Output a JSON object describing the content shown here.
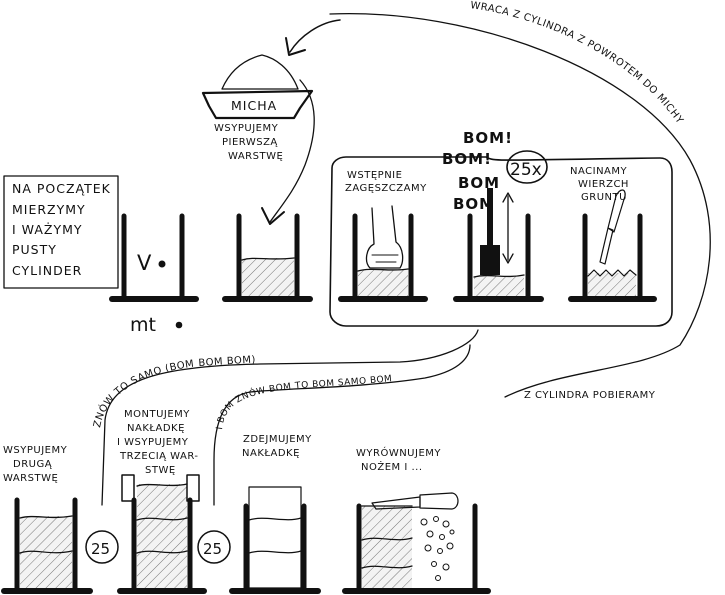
{
  "colors": {
    "ink": "#111111",
    "soil_fill": "#e8e8e8",
    "paper": "#ffffff",
    "knife_handle": "#6b4a3a"
  },
  "intro": {
    "lines": [
      "NA POCZĄTEK",
      "MIERZYMY",
      "I WAŻYMY",
      "PUSTY",
      "CYLINDER"
    ]
  },
  "cylinder": {
    "volume_mark": "V",
    "mass_mark": "mt"
  },
  "bowl": {
    "label": "MICHA"
  },
  "steps_top": {
    "first_layer": [
      "WSYPUJEMY",
      "PIERWSZĄ",
      "WARSTWĘ"
    ],
    "precompact": [
      "WSTĘPNIE",
      "ZAGĘSZCZAMY"
    ],
    "score": [
      "NACINAMY",
      "WIERZCH",
      "GRUNTU"
    ],
    "bom_lines": [
      "BOM!",
      "BOM!",
      "BOM",
      "BOM"
    ],
    "repeat_badge": "25x"
  },
  "curves": {
    "back_to_bowl": "WRACA Z CYLINDRA Z POWROTEM DO MICHY",
    "take_from_cylinder": "Z CYLINDRA POBIERAMY",
    "same_again": "ZNÓW TO SAMO (BOM BOM BOM)",
    "bom_again": "I BOM ZNÓW BOM TO BOM SAMO BOM"
  },
  "steps_bottom": {
    "second_layer": [
      "WSYPUJEMY",
      "DRUGĄ",
      "WARSTWĘ"
    ],
    "collar": [
      "MONTUJEMY",
      "NAKŁADKĘ",
      "I WSYPUJEMY",
      "TRZECIĄ WAR-",
      "STWĘ"
    ],
    "remove_collar": [
      "ZDEJMUJEMY",
      "NAKŁADKĘ"
    ],
    "level": [
      "WYRÓWNUJEMY",
      "NOŻEM I ..."
    ],
    "count_a": "25",
    "count_b": "25"
  }
}
